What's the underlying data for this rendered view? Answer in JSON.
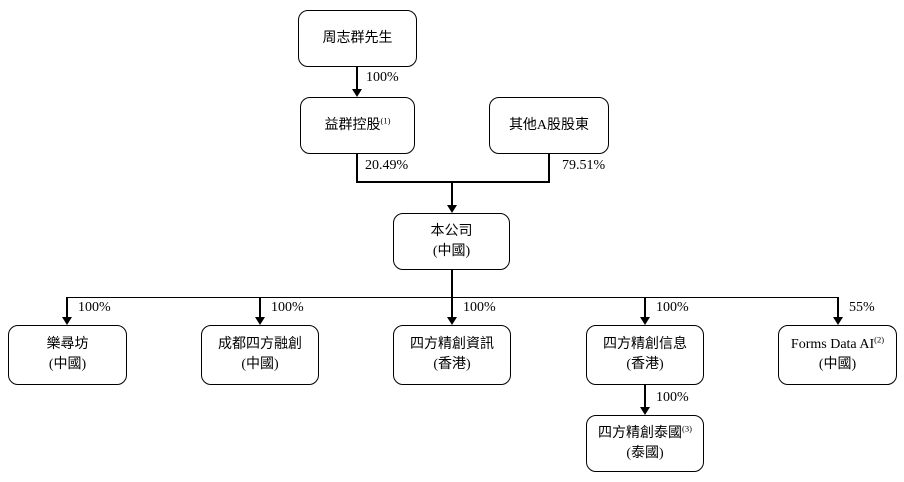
{
  "nodes": {
    "chairman": {
      "name": "周志群先生"
    },
    "yiqun_holdings": {
      "name": "益群控股",
      "note": "(1)"
    },
    "other_a_shareholders": {
      "name": "其他A股股東"
    },
    "company": {
      "name": "本公司",
      "region": "(中國)"
    },
    "lexunfang": {
      "name": "樂尋坊",
      "region": "(中國)"
    },
    "chengdu_sifang": {
      "name": "成都四方融創",
      "region": "(中國)"
    },
    "sifang_zixun_hk": {
      "name": "四方精創資訊",
      "region": "(香港)"
    },
    "sifang_xinxi_hk": {
      "name": "四方精創信息",
      "region": "(香港)"
    },
    "forms_data_ai": {
      "name": "Forms Data AI",
      "note": "(2)",
      "region": "(中國)"
    },
    "sifang_thailand": {
      "name": "四方精創泰國",
      "note": "(3)",
      "region": "(泰國)"
    }
  },
  "edges": {
    "chairman_to_yiqun": "100%",
    "yiqun_to_company": "20.49%",
    "other_a_to_company": "79.51%",
    "company_to_lexunfang": "100%",
    "company_to_chengdu": "100%",
    "company_to_zixun_hk": "100%",
    "company_to_xinxi_hk": "100%",
    "company_to_forms_data": "55%",
    "xinxi_to_thailand": "100%"
  },
  "colors": {
    "line": "#000000",
    "box_border": "#000000",
    "background": "#ffffff"
  }
}
